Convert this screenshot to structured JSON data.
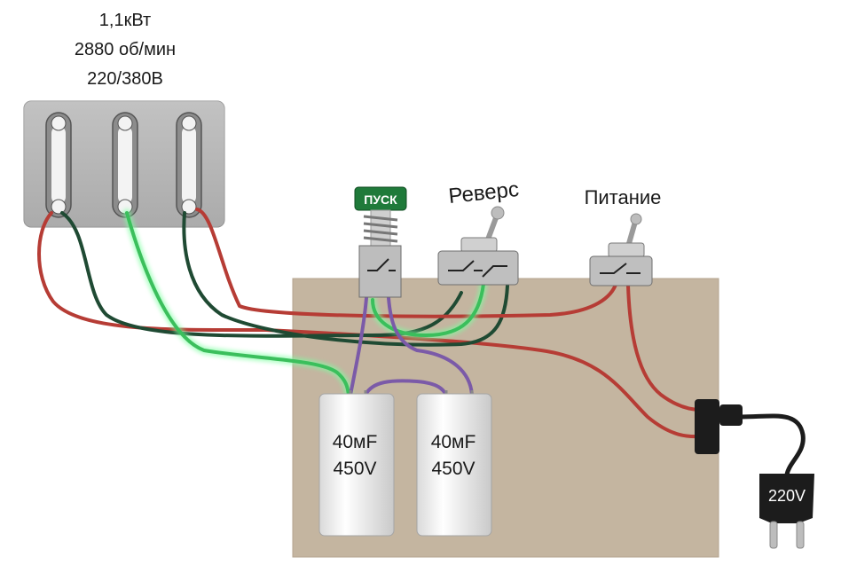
{
  "motor": {
    "power": "1,1кВт",
    "speed": "2880 об/мин",
    "voltage": "220/380В"
  },
  "buttons": {
    "start": "ПУСК",
    "reverse": "Реверс",
    "power": "Питание"
  },
  "capacitors": [
    {
      "capacitance": "40мF",
      "voltage": "450V"
    },
    {
      "capacitance": "40мF",
      "voltage": "450V"
    }
  ],
  "plug": {
    "voltage": "220V"
  },
  "colors": {
    "board": "#c4b5a0",
    "terminal_block": "#a7a7a7",
    "wire_red": "#b63c35",
    "wire_dark_green": "#1f4a33",
    "wire_green": "#3bbf5c",
    "wire_purple": "#7b5aa8",
    "start_button": "#1f7a3a"
  }
}
